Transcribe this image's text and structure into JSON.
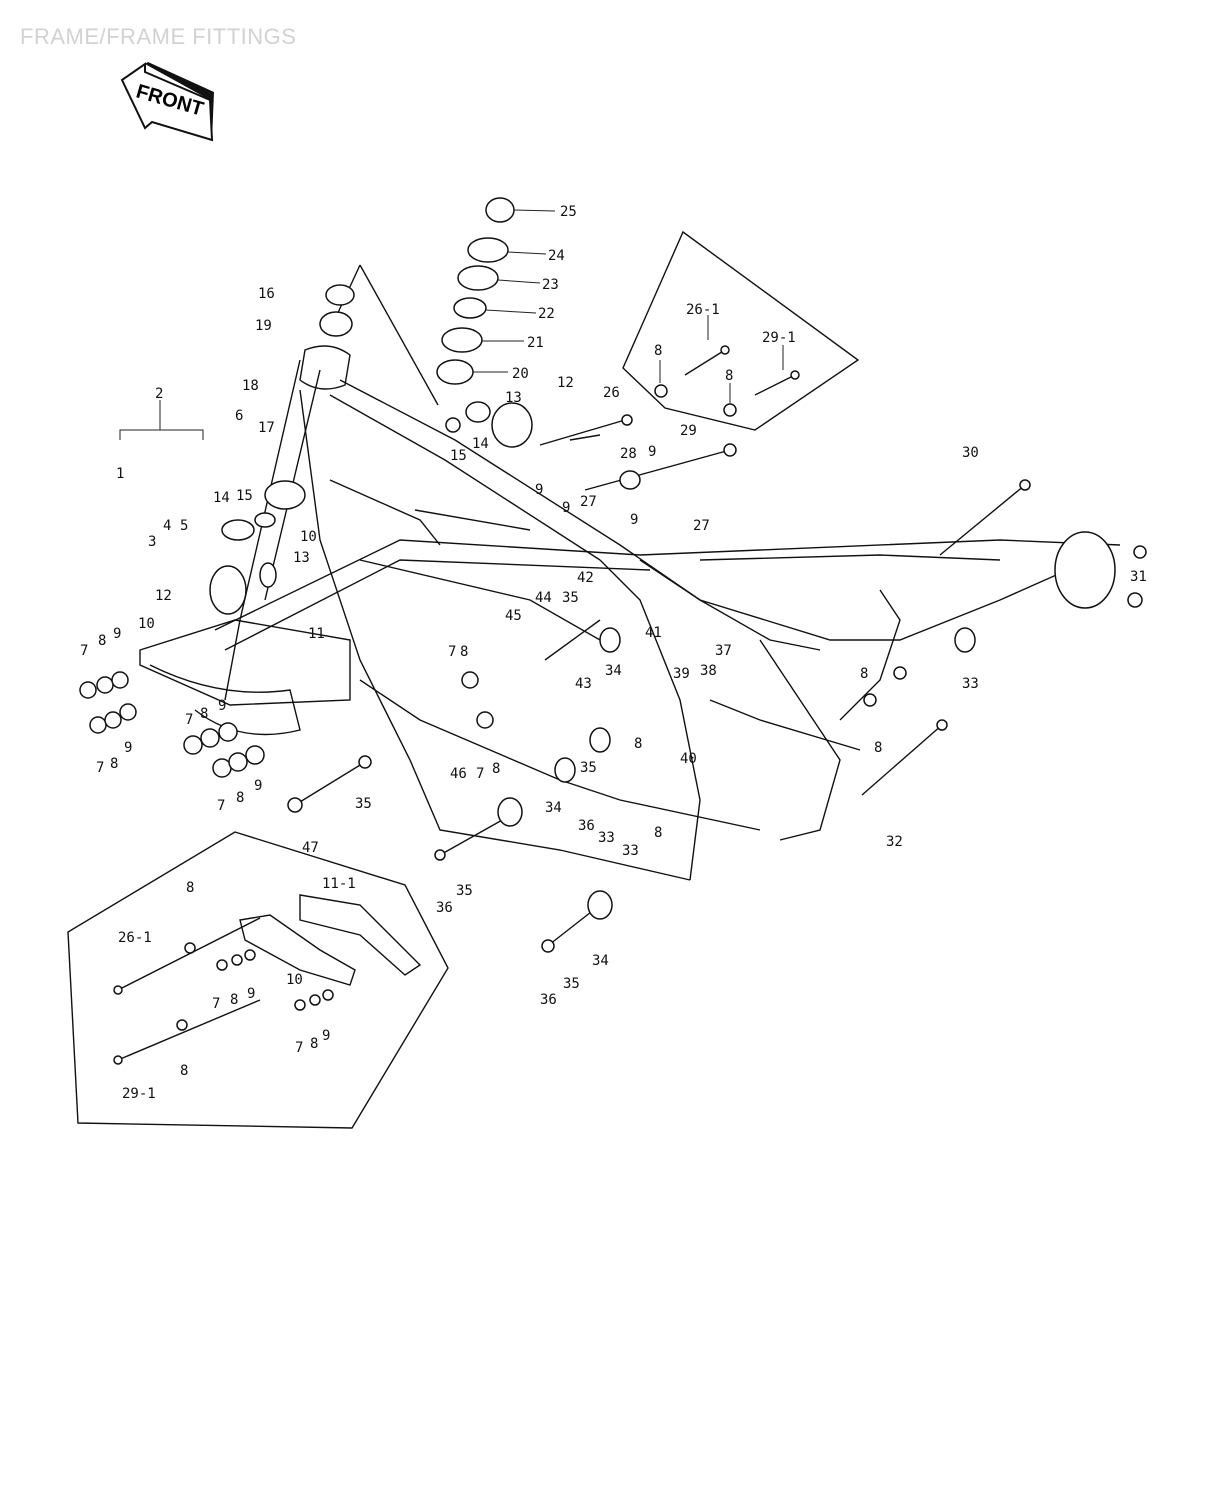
{
  "heading": "FRAME/FRAME FITTINGS",
  "front_label": "FRONT",
  "callouts": {
    "c25": "25",
    "c24": "24",
    "c23": "23",
    "c22": "22",
    "c21": "21",
    "c20": "20",
    "c16": "16",
    "c19": "19",
    "c18": "18",
    "c2": "2",
    "c6": "6",
    "c17": "17",
    "c1": "1",
    "c3": "3",
    "c4": "4",
    "c5": "5",
    "c14a": "14",
    "c15a": "15",
    "c10a": "10",
    "c13a": "13",
    "c12a": "12",
    "c10b": "10",
    "c11": "11",
    "c7a": "7",
    "c8a": "8",
    "c9a": "9",
    "c7b": "7",
    "c8b": "8",
    "c9b": "9",
    "c7c": "7",
    "c8c": "8",
    "c9c": "9",
    "c7d": "7",
    "c8d": "8",
    "c9d": "9",
    "c47": "47",
    "c35a": "35",
    "c46": "46",
    "c7e": "7",
    "c8e": "8",
    "c13b": "13",
    "c14b": "14",
    "c15b": "15",
    "c12b": "12",
    "c26": "26",
    "c28": "28",
    "c9e": "9",
    "c27a": "27",
    "c9f": "9",
    "c9g": "9",
    "c9h": "9",
    "c29": "29",
    "c27b": "27",
    "c42": "42",
    "c45": "45",
    "c44": "44",
    "c35b": "35",
    "c7f": "7",
    "c8f": "8",
    "c41": "41",
    "c43": "43",
    "c34a": "34",
    "c39": "39",
    "c38": "38",
    "c37": "37",
    "c30": "30",
    "c31": "31",
    "c33a": "33",
    "c8g": "8",
    "c8h": "8",
    "c32": "32",
    "c8i": "8",
    "c40": "40",
    "c35c": "35",
    "c34b": "34",
    "c36a": "36",
    "c33b": "33",
    "c33c": "33",
    "c8j": "8",
    "c35d": "35",
    "c36b": "36",
    "c34c": "34",
    "c35e": "35",
    "c36c": "36",
    "ins1_26_1": "26-1",
    "ins1_29_1": "29-1",
    "ins1_8a": "8",
    "ins1_8b": "8",
    "ins2_8": "8",
    "ins2_11_1": "11-1",
    "ins2_26_1": "26-1",
    "ins2_7a": "7",
    "ins2_8a": "8",
    "ins2_9a": "9",
    "ins2_10": "10",
    "ins2_7b": "7",
    "ins2_8b": "8",
    "ins2_9b": "9",
    "ins2_8c": "8",
    "ins2_29_1": "29-1"
  }
}
